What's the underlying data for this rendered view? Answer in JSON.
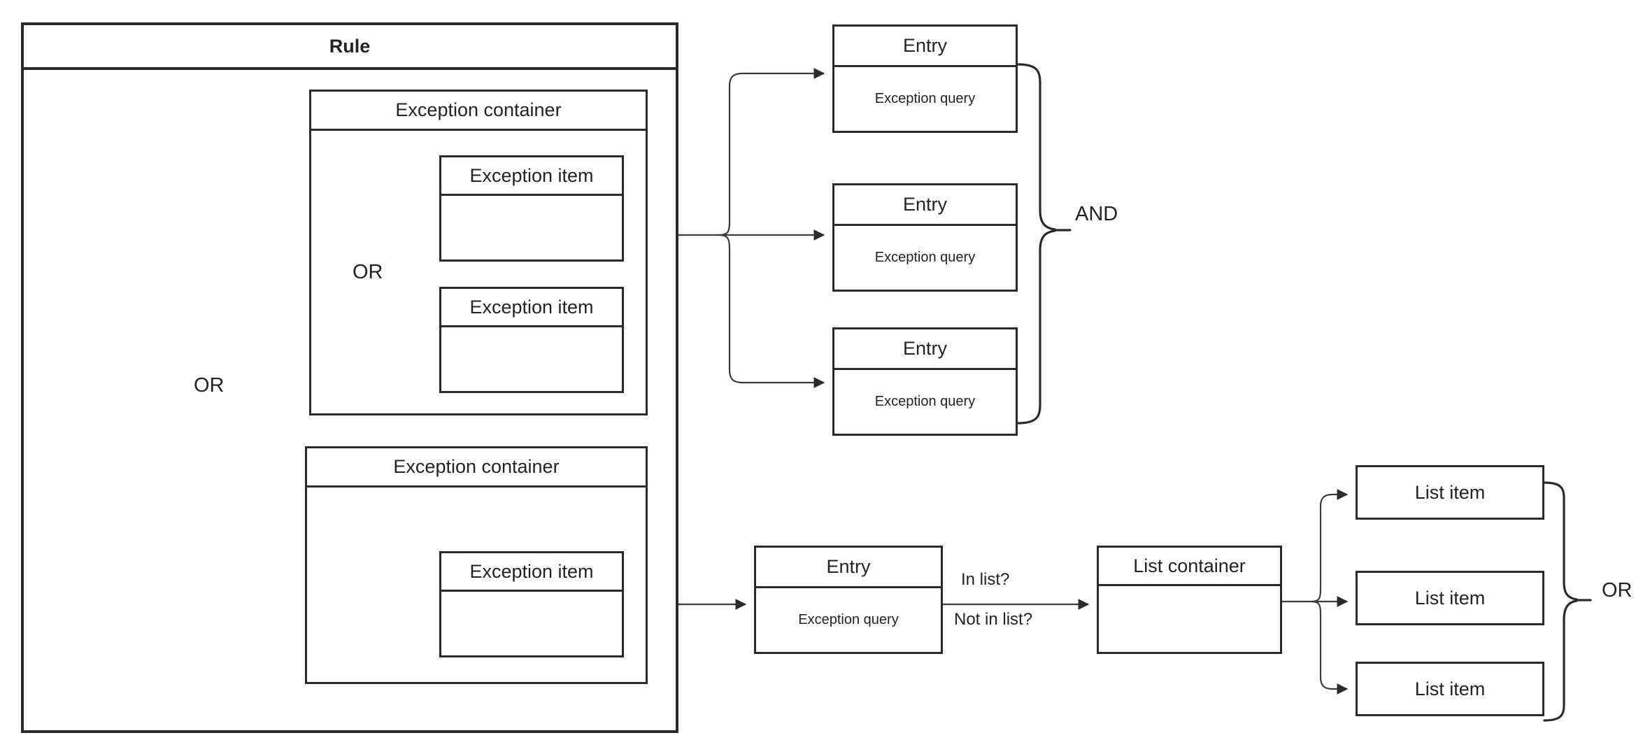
{
  "diagram": {
    "title": "Rule",
    "rule": {
      "label": "Rule"
    },
    "exception_containers": [
      {
        "label": "Exception container"
      },
      {
        "label": "Exception container"
      }
    ],
    "exception_items": [
      {
        "label": "Exception item",
        "body": ""
      },
      {
        "label": "Exception item",
        "body": ""
      },
      {
        "label": "Exception item",
        "body": ""
      }
    ],
    "entries": [
      {
        "label": "Entry",
        "body": "Exception query"
      },
      {
        "label": "Entry",
        "body": "Exception query"
      },
      {
        "label": "Entry",
        "body": "Exception query"
      },
      {
        "label": "Entry",
        "body": "Exception query"
      }
    ],
    "list_container": {
      "label": "List container",
      "body": ""
    },
    "list_items": [
      {
        "label": "List item"
      },
      {
        "label": "List item"
      },
      {
        "label": "List item"
      }
    ],
    "brace_labels": {
      "outer_or": "OR",
      "inner_or": "OR",
      "entries_and": "AND",
      "list_or": "OR"
    },
    "edge_labels": {
      "in_list": "In list?",
      "not_in_list": "Not in list?"
    },
    "colors": {
      "stroke": "#2b2b2b",
      "text": "#232323",
      "background": "#ffffff",
      "connector": "#3a3a3a"
    }
  }
}
